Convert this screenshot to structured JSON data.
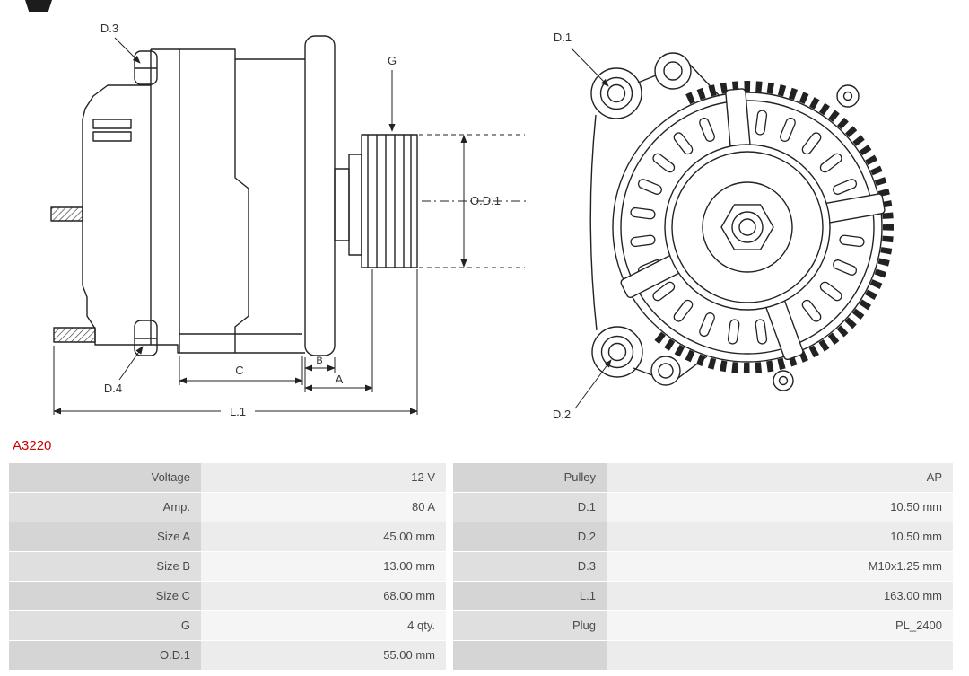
{
  "part_number": "A3220",
  "colors": {
    "part_number_red": "#cc0000",
    "table_label_bg": "#d5d5d5",
    "table_value_bg": "#ececec",
    "drawing_line": "#222222"
  },
  "diagram": {
    "side_view_labels": {
      "d3": "D.3",
      "g": "G",
      "od1": "O.D.1",
      "d4": "D.4",
      "c": "C",
      "b": "B",
      "a": "A",
      "l1": "L.1"
    },
    "front_view_labels": {
      "d1": "D.1",
      "d2": "D.2"
    }
  },
  "specs": {
    "rows": [
      {
        "label_left": "Voltage",
        "value_left": "12 V",
        "label_right": "Pulley",
        "value_right": "AP"
      },
      {
        "label_left": "Amp.",
        "value_left": "80 A",
        "label_right": "D.1",
        "value_right": "10.50 mm"
      },
      {
        "label_left": "Size A",
        "value_left": "45.00 mm",
        "label_right": "D.2",
        "value_right": "10.50 mm"
      },
      {
        "label_left": "Size B",
        "value_left": "13.00 mm",
        "label_right": "D.3",
        "value_right": "M10x1.25 mm"
      },
      {
        "label_left": "Size C",
        "value_left": "68.00 mm",
        "label_right": "L.1",
        "value_right": "163.00 mm"
      },
      {
        "label_left": "G",
        "value_left": "4 qty.",
        "label_right": "Plug",
        "value_right": "PL_2400"
      },
      {
        "label_left": "O.D.1",
        "value_left": "55.00 mm",
        "label_right": "",
        "value_right": ""
      }
    ]
  }
}
